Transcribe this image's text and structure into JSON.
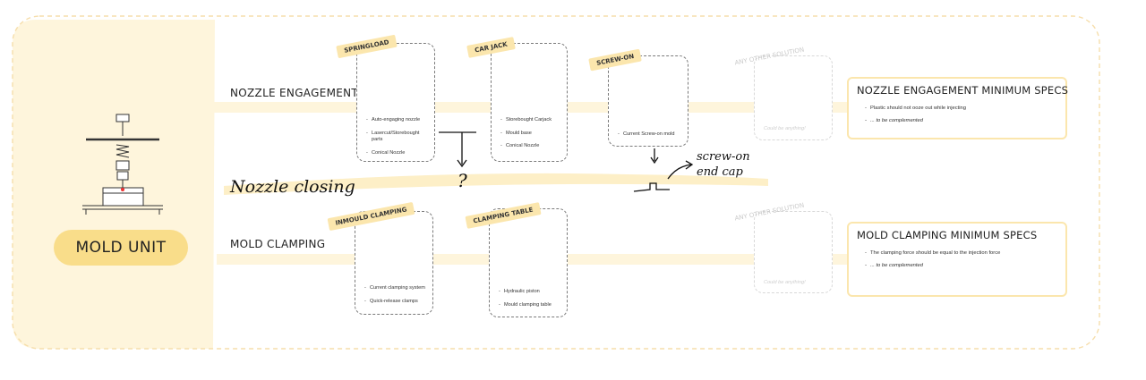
{
  "colors": {
    "panel": "#fef5dc",
    "highlight": "#fbe6ad",
    "pill": "#f9dd8a",
    "ink": "#222222"
  },
  "mold_unit_label": "MOLD UNIT",
  "lanes": {
    "nozzle_engagement": "NOZZLE ENGAGEMENT",
    "nozzle_closing": "Nozzle closing",
    "mold_clamping": "MOLD CLAMPING"
  },
  "cards": {
    "springload": {
      "tag": "SPRINGLOAD",
      "items": [
        "Auto-engaging nozzle",
        "Lasercut/Storebought parts",
        "Conical Nozzle"
      ]
    },
    "car_jack": {
      "tag": "CAR JACK",
      "items": [
        "Storebought Carjack",
        "Mould base",
        "Conical Nozzle"
      ]
    },
    "screw_on": {
      "tag": "SCREW-ON",
      "items": [
        "Current Screw-on mold"
      ]
    },
    "other_top": {
      "tag": "ANY OTHER SOLUTION",
      "note": "Could be anything!"
    },
    "inmould_clamping": {
      "tag": "INMOULD CLAMPING",
      "items": [
        "Current clamping system",
        "Quick-release clamps"
      ]
    },
    "clamping_table": {
      "tag": "CLAMPING TABLE",
      "items": [
        "Hydraulic piston",
        "Mould clamping table"
      ]
    },
    "other_bottom": {
      "tag": "ANY OTHER SOLUTION",
      "note": "Could be anything!"
    }
  },
  "annotations": {
    "question_mark": "?",
    "screw_on_cap_line1": "screw-on",
    "screw_on_cap_line2": "end cap"
  },
  "specs": {
    "nozzle": {
      "title": "NOZZLE ENGAGEMENT MINIMUM SPECS",
      "lines": [
        "Plastic should not ooze out while injecting",
        "... to be complemented"
      ]
    },
    "mold": {
      "title": "MOLD CLAMPING MINIMUM SPECS",
      "lines": [
        "The clamping force should be equal to the injection force",
        "... to be complemented"
      ]
    }
  }
}
